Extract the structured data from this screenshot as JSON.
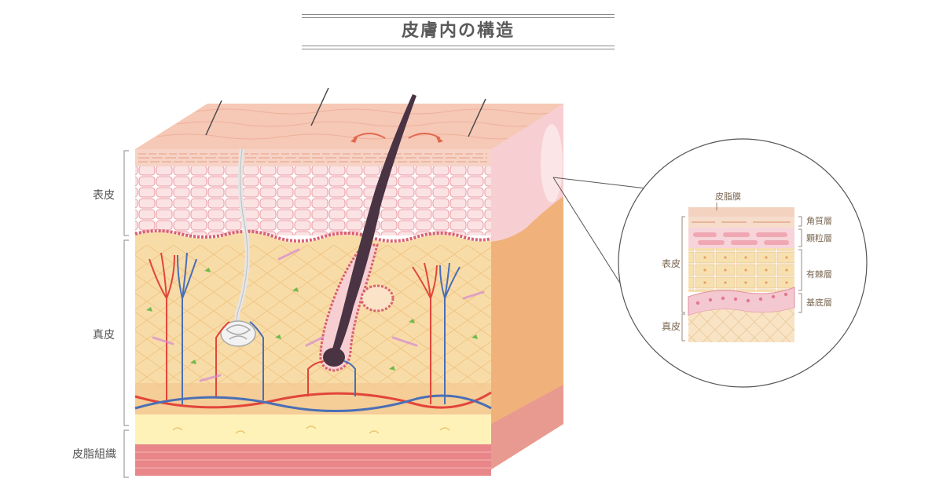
{
  "title": "皮膚内の構造",
  "main_labels": {
    "epidermis": "表皮",
    "dermis": "真皮",
    "subcutis": "皮脂組織"
  },
  "zoom": {
    "sebum_film": "皮脂膜",
    "epidermis": "表皮",
    "dermis": "真皮",
    "layers": [
      "角質層",
      "顆粒層",
      "有棘層",
      "基底層"
    ]
  },
  "colors": {
    "top_skin": "#f6c4b3",
    "epidermis": "#f7cfd2",
    "dermis": "#f8dca8",
    "dermis_side": "#f0b070",
    "fat": "#fff2b8",
    "muscle": "#e8868a",
    "artery": "#e2453a",
    "vein": "#4a6fb5",
    "hair": "#4a3444",
    "bracket": "#888888"
  }
}
